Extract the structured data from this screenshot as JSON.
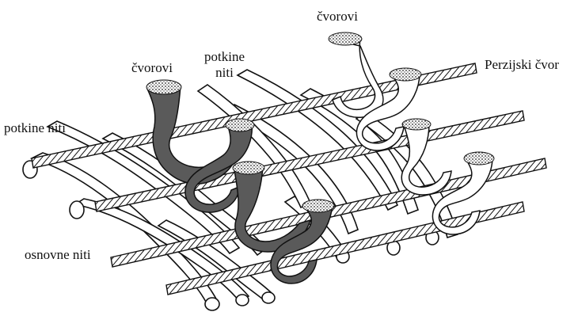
{
  "labels": {
    "knots_left": "čvorovi",
    "knots_top": "čvorovi",
    "weft_middle_line1": "potkine",
    "weft_middle_line2": "niti",
    "weft_left": "potkine niti",
    "warp": "osnovne niti",
    "persian_knot": "Perzijski čvor"
  }
}
